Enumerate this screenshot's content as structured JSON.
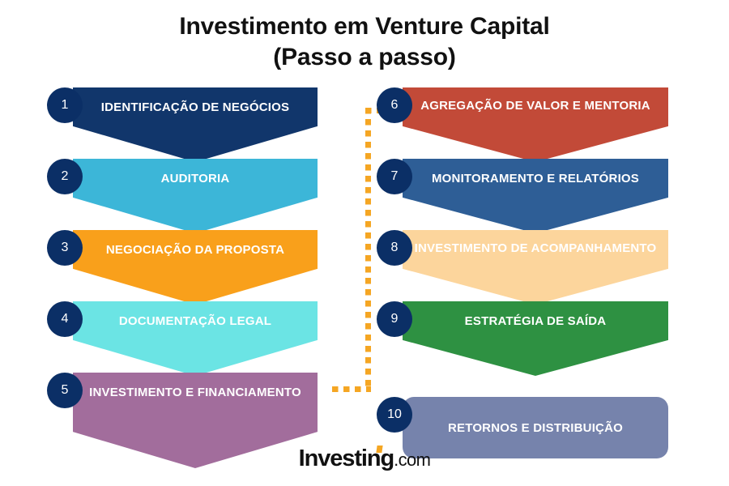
{
  "title": {
    "line1": "Investimento em Venture Capital",
    "line2": "(Passo a passo)"
  },
  "colors": {
    "badge": "#0B2F66",
    "connector": "#F5A623",
    "background": "#FFFFFF",
    "title_text": "#111111"
  },
  "steps": [
    {
      "number": "1",
      "label": "IDENTIFICAÇÃO DE NEGÓCIOS",
      "color": "#11366B",
      "column": "left",
      "shape": "chevron"
    },
    {
      "number": "2",
      "label": "AUDITORIA",
      "color": "#3CB6D8",
      "column": "left",
      "shape": "chevron"
    },
    {
      "number": "3",
      "label": "NEGOCIAÇÃO DA PROPOSTA",
      "color": "#F9A01B",
      "column": "left",
      "shape": "chevron"
    },
    {
      "number": "4",
      "label": "DOCUMENTAÇÃO LEGAL",
      "color": "#6BE4E4",
      "column": "left",
      "shape": "chevron"
    },
    {
      "number": "5",
      "label": "INVESTIMENTO E FINANCIAMENTO",
      "color": "#A26D9C",
      "column": "left",
      "shape": "chevron"
    },
    {
      "number": "6",
      "label": "AGREGAÇÃO DE VALOR E MENTORIA",
      "color": "#C24A38",
      "column": "right",
      "shape": "chevron"
    },
    {
      "number": "7",
      "label": "MONITORAMENTO E RELATÓRIOS",
      "color": "#2E5E96",
      "column": "right",
      "shape": "chevron"
    },
    {
      "number": "8",
      "label": "INVESTIMENTO DE ACOMPANHAMENTO",
      "color": "#FCD59C",
      "column": "right",
      "shape": "chevron"
    },
    {
      "number": "9",
      "label": "ESTRATÉGIA DE SAÍDA",
      "color": "#2E9142",
      "column": "right",
      "shape": "chevron"
    },
    {
      "number": "10",
      "label": "RETORNOS E DISTRIBUIÇÃO",
      "color": "#7683AC",
      "column": "right",
      "shape": "rounded-rect"
    }
  ],
  "logo": {
    "main": "Investing",
    "tld": ".com"
  }
}
